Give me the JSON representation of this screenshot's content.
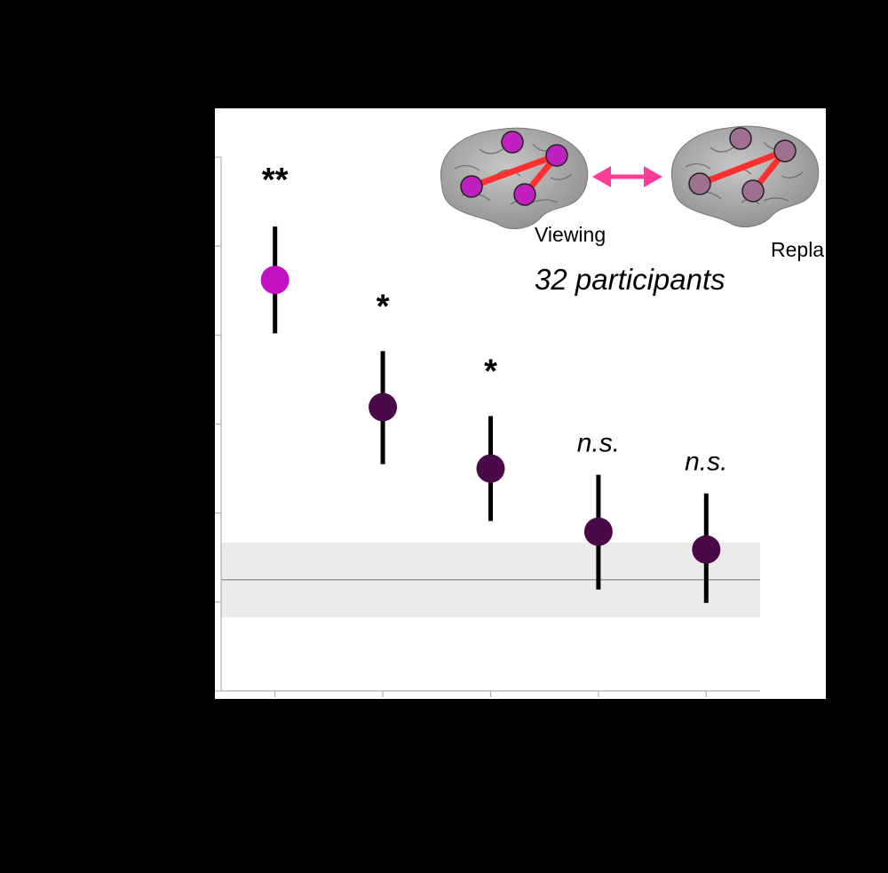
{
  "chart_data": {
    "type": "scatter",
    "title": "",
    "xlabel": "",
    "ylabel": "",
    "ylim": [
      0,
      6
    ],
    "yticks": [
      0,
      1,
      2,
      3,
      4,
      5,
      6
    ],
    "xlim": [
      0.5,
      5.5
    ],
    "grid": false,
    "points": [
      {
        "x": 1,
        "y": 4.62,
        "err_low": 4.02,
        "err_high": 5.22,
        "sig": "**",
        "sig_style": "normal",
        "color": "#C010C0"
      },
      {
        "x": 2,
        "y": 3.19,
        "err_low": 2.55,
        "err_high": 3.82,
        "sig": "*",
        "sig_style": "normal",
        "color": "#4A0A4A"
      },
      {
        "x": 3,
        "y": 2.5,
        "err_low": 1.91,
        "err_high": 3.09,
        "sig": "*",
        "sig_style": "normal",
        "color": "#4A0A4A"
      },
      {
        "x": 4,
        "y": 1.79,
        "err_low": 1.14,
        "err_high": 2.43,
        "sig": "n.s.",
        "sig_style": "italic",
        "color": "#4A0A4A"
      },
      {
        "x": 5,
        "y": 1.59,
        "err_low": 0.99,
        "err_high": 2.22,
        "sig": "n.s.",
        "sig_style": "italic",
        "color": "#4A0A4A"
      }
    ],
    "chance_line": {
      "y": 1.25,
      "band_low": 0.83,
      "band_high": 1.67,
      "band_color": "#EBEBEB",
      "line_color": "#999999"
    },
    "annotations": {
      "participants": "32 participants",
      "brain_left_label": "Viewing",
      "brain_right_label": "Repla"
    },
    "colors": {
      "viewing_node": "#C020C0",
      "replay_node": "#A07090",
      "connection": "#FF3030",
      "arrow": "#FF3C9A"
    }
  }
}
